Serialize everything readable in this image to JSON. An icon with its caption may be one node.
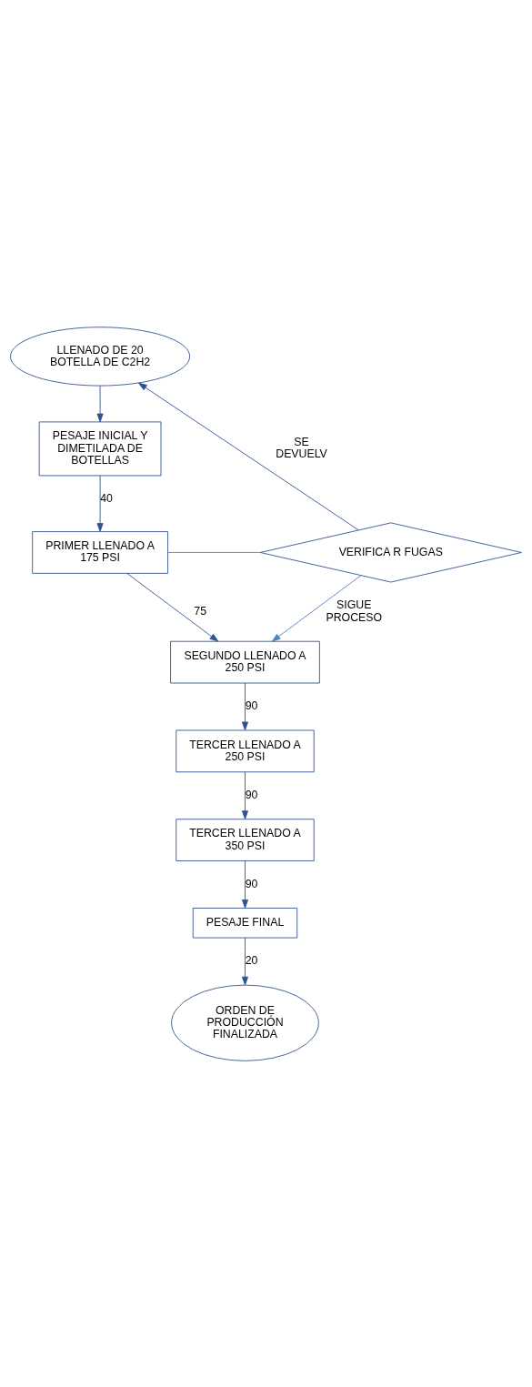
{
  "diagram": {
    "nodes": [
      {
        "text": [
          "LLENADO DE 20 BOTELLA DE C2H2"
        ]
      },
      {
        "text": [
          "PESAJE INICIAL Y DIMETILADA DE BOTELLAS"
        ]
      },
      {
        "text": [
          "PRIMER LLENADO A 175 PSI"
        ]
      },
      {
        "text": [
          "VERIFICA R FUGAS"
        ]
      },
      {
        "text": [
          "SEGUNDO LLENADO A 250 PSI"
        ]
      },
      {
        "text": [
          "TERCER LLENADO A 250 PSI"
        ]
      },
      {
        "text": [
          "TERCER LLENADO A 350 PSI"
        ]
      },
      {
        "text": [
          "PESAJE FINAL"
        ]
      },
      {
        "text": [
          "ORDEN DE PRODUCCIÓN FINALIZADA"
        ]
      }
    ],
    "edges": [
      {
        "from": 0,
        "to": 1,
        "arrow": "to"
      },
      {
        "from": 1,
        "to": 2,
        "arrow": "to",
        "label": "40"
      },
      {
        "from": 2,
        "to": 3,
        "arrow": "none",
        "color": "#4f81bd"
      },
      {
        "from": 3,
        "to": 0,
        "arrow": "to",
        "label": "SE DEVUELV"
      },
      {
        "from": 3,
        "to": 4,
        "arrow": "to",
        "label": "SIGUE PROCESO",
        "color": "#4f81bd"
      },
      {
        "from": 2,
        "to": 4,
        "arrow": "to",
        "label": "75"
      },
      {
        "from": 4,
        "to": 5,
        "arrow": "to",
        "label": "90"
      },
      {
        "from": 5,
        "to": 6,
        "arrow": "to",
        "label": "90"
      },
      {
        "from": 6,
        "to": 7,
        "arrow": "to",
        "label": "90"
      },
      {
        "from": 7,
        "to": 8,
        "arrow": "to",
        "label": "20"
      }
    ]
  }
}
